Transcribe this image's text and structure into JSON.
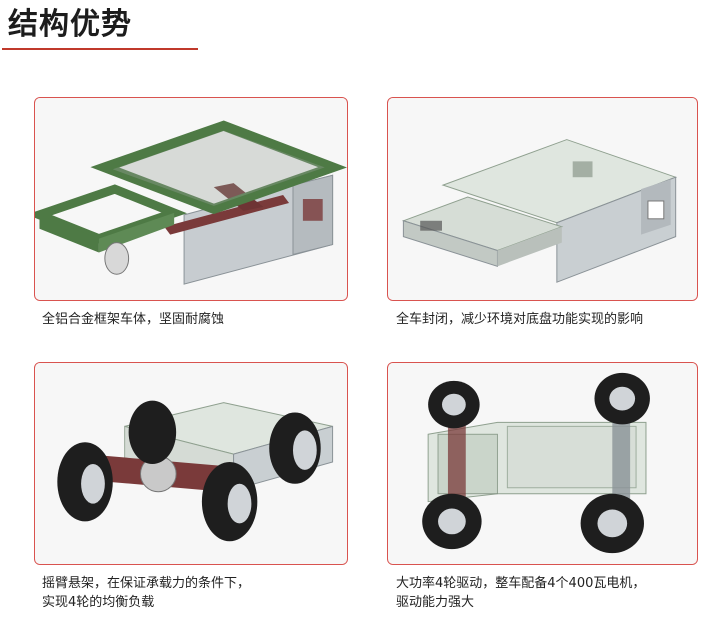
{
  "header": {
    "title": "结构优势"
  },
  "cards": [
    {
      "caption_lines": [
        "全铝合金框架车体，坚固耐腐蚀"
      ]
    },
    {
      "caption_lines": [
        "全车封闭，减少环境对底盘功能实现的影响"
      ]
    },
    {
      "caption_lines": [
        "摇臂悬架，在保证承载力的条件下，",
        "实现4轮的均衡负载"
      ]
    },
    {
      "caption_lines": [
        "大功率4轮驱动，整车配备4个400瓦电机，",
        "驱动能力强大"
      ]
    }
  ],
  "colors": {
    "accent": "#d9534f",
    "frame_green": "#4e7a45",
    "panel_grey": "#c9cfd2",
    "axle_red": "#7a3a3a",
    "tire": "#1e1e1e"
  }
}
